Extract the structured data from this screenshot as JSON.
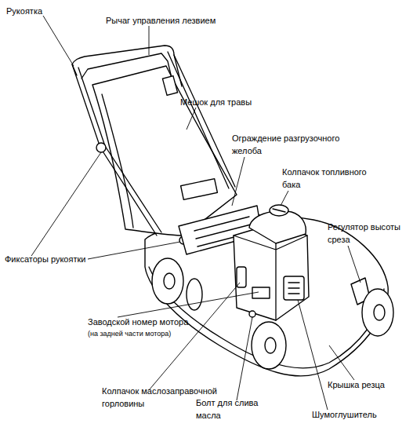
{
  "diagram": {
    "labels": [
      "Рукоятка",
      "Рычаг управления лезвием",
      "Мешок для травы",
      "Ограждение разгрузочного желоба",
      "Колпачок топливного бака",
      "Регулятор высоты среза",
      "Фиксаторы рукоятки",
      "Заводской номер мотора",
      "(на задней части мотора)",
      "Колпачок маслозаправочной горловины",
      "Крышка резца",
      "Болт для слива масла",
      "Шумоглушитель"
    ]
  }
}
